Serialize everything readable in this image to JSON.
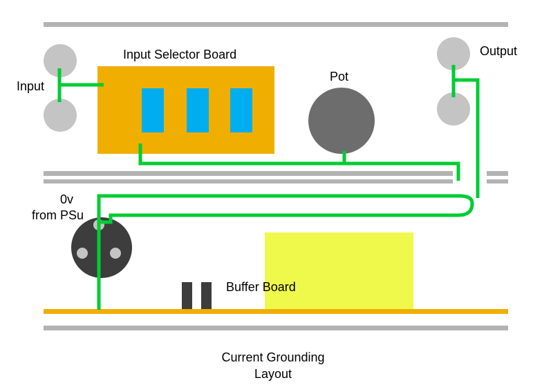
{
  "labels": {
    "input_selector_board": "Input Selector Board",
    "input": "Input",
    "output": "Output",
    "pot": "Pot",
    "zero_v_line1": "0v",
    "zero_v_line2": "from PSu",
    "buffer_board": "Buffer Board",
    "caption_line1": "Current Grounding",
    "caption_line2": "Layout"
  },
  "colors": {
    "chassis_rail": "#b3b3b3",
    "selector_board": "#f0ae00",
    "switch": "#00aeef",
    "ground_wire": "#00cc33",
    "pot": "#6d6d6d",
    "jack": "#c4c4c4",
    "psu_connector": "#3d3d3d",
    "buffer_board": "#eef94b",
    "buffer_rail": "#f0ae00",
    "buffer_component": "#3d3d3d"
  }
}
